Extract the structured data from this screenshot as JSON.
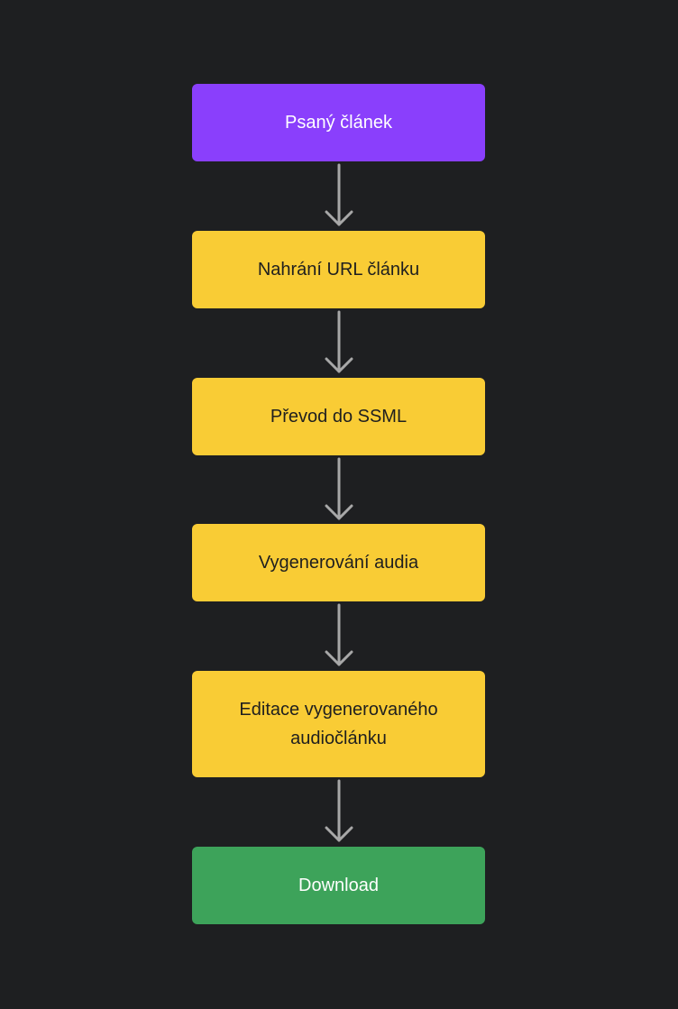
{
  "colors": {
    "background": "#1e1f21",
    "start_node": "#8a3ffc",
    "process_node": "#f9cc35",
    "end_node": "#3da35a",
    "arrow": "#a8a8a8"
  },
  "flow": {
    "steps": [
      {
        "label": "Psaný článek",
        "kind": "start"
      },
      {
        "label": "Nahrání URL článku",
        "kind": "process"
      },
      {
        "label": "Převod do SSML",
        "kind": "process"
      },
      {
        "label": "Vygenerování audia",
        "kind": "process"
      },
      {
        "label": "Editace vygenerovaného audiočlánku",
        "kind": "process"
      },
      {
        "label": "Download",
        "kind": "end"
      }
    ]
  }
}
